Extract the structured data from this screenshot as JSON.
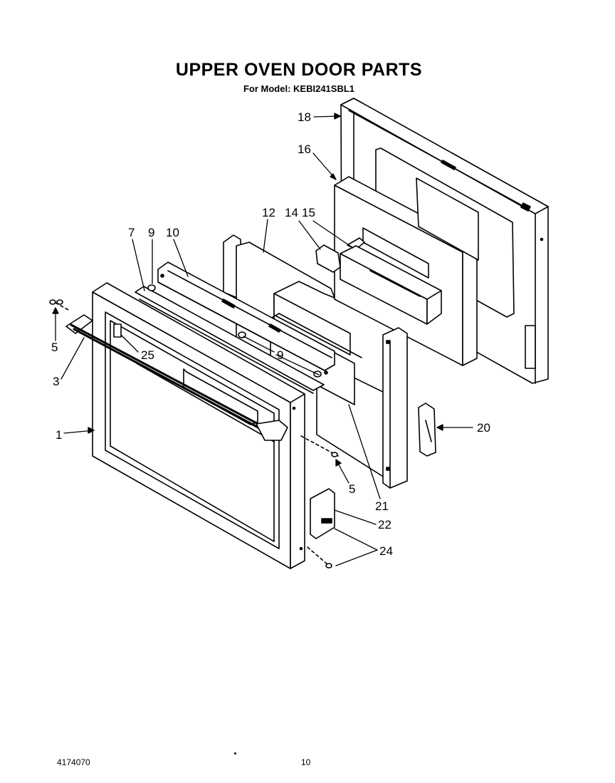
{
  "document": {
    "title": "UPPER OVEN DOOR PARTS",
    "subtitle": "For Model: KEBI241SBL1",
    "footer_code": "4174070",
    "page_number": "10"
  },
  "callouts": [
    {
      "id": "c18",
      "label": "18"
    },
    {
      "id": "c16",
      "label": "16"
    },
    {
      "id": "c12",
      "label": "12"
    },
    {
      "id": "c14",
      "label": "14"
    },
    {
      "id": "c15",
      "label": "15"
    },
    {
      "id": "c7",
      "label": "7"
    },
    {
      "id": "c9a",
      "label": "9"
    },
    {
      "id": "c10",
      "label": "10"
    },
    {
      "id": "c5a",
      "label": "5"
    },
    {
      "id": "c25",
      "label": "25"
    },
    {
      "id": "c9b",
      "label": "9"
    },
    {
      "id": "c3",
      "label": "3"
    },
    {
      "id": "c1",
      "label": "1"
    },
    {
      "id": "c20",
      "label": "20"
    },
    {
      "id": "c5b",
      "label": "5"
    },
    {
      "id": "c21",
      "label": "21"
    },
    {
      "id": "c22",
      "label": "22"
    },
    {
      "id": "c24",
      "label": "24"
    }
  ]
}
